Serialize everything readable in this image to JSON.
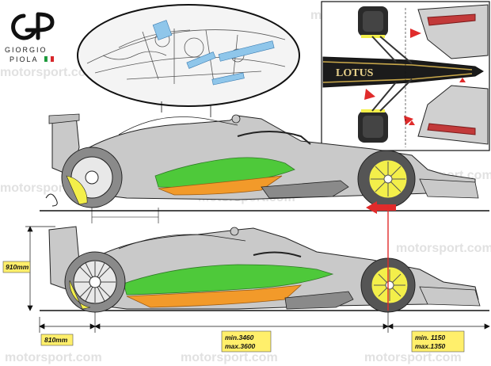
{
  "branding": {
    "logo_line1": "GIORGIO",
    "logo_line2": "PIOLA",
    "flag_colors": [
      "#1a9a3a",
      "#ffffff",
      "#d8262a"
    ]
  },
  "watermark": "motorsport.com",
  "sponsor_text": "LOTUS",
  "dimensions": {
    "height": "910mm",
    "front_overhang": "810mm",
    "wheelbase_min": "min.3460",
    "wheelbase_max": "max.3600",
    "rear_overhang_min": "min. 1150",
    "rear_overhang_max": "max.1350"
  },
  "colors": {
    "green": "#4ec93a",
    "orange": "#f29a2a",
    "yellow_wheel": "#f3ef4a",
    "arrow_red": "#e02b2b",
    "car_grey": "#c9c9c9",
    "dark_grey": "#8a8a8a"
  }
}
